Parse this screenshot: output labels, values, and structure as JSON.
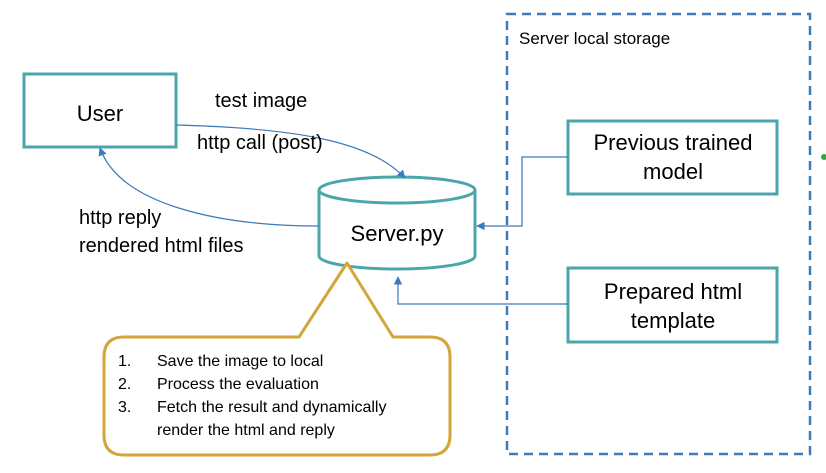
{
  "colors": {
    "box_stroke": "#4aa6ab",
    "storage_border": "#3d7ab8",
    "arrow": "#3d7ab8",
    "callout_stroke": "#d3a63c",
    "marker_dot": "#2ea84a"
  },
  "storage": {
    "label": "Server local storage"
  },
  "user": {
    "label": "User"
  },
  "server": {
    "label": "Server.py"
  },
  "model": {
    "line1": "Previous trained",
    "line2": "model"
  },
  "template": {
    "line1": "Prepared html",
    "line2": "template"
  },
  "request": {
    "line1": "test image",
    "line2": "http call (post)"
  },
  "reply": {
    "line1": "http reply",
    "line2": "rendered html files"
  },
  "callout": {
    "items": [
      {
        "num": "1.",
        "line1": "Save the image to local",
        "line2": ""
      },
      {
        "num": "2.",
        "line1": "Process the evaluation",
        "line2": ""
      },
      {
        "num": "3.",
        "line1": "Fetch the result and dynamically",
        "line2": "render the html  and reply"
      }
    ]
  }
}
